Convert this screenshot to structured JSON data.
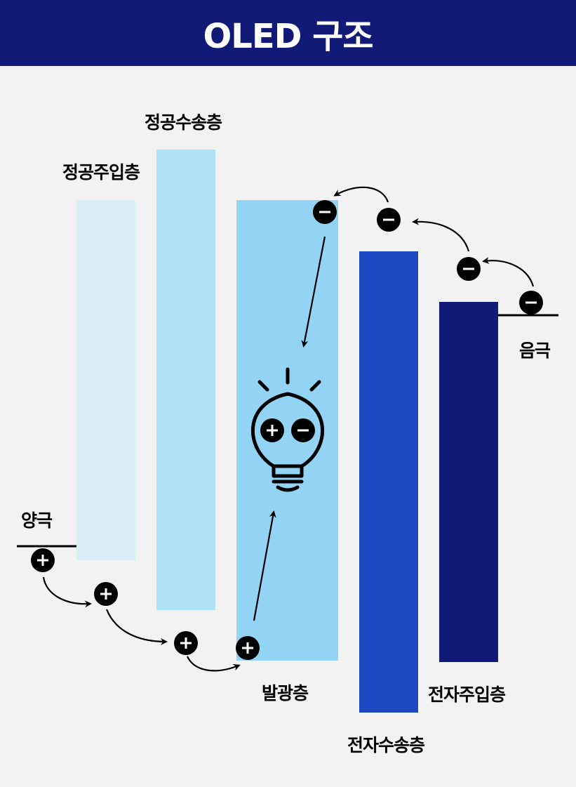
{
  "title": "OLED 구조",
  "colors": {
    "header_bg": "#121a78",
    "background": "#f2f2f2",
    "hole_injection": "#d8edf8",
    "hole_transport": "#b0e2f5",
    "emission": "#93d3f4",
    "electron_transport": "#1e47c2",
    "electron_injection": "#121a78"
  },
  "layers": {
    "hole_injection": "정공주입층",
    "hole_transport": "정공수송층",
    "emission": "발광층",
    "electron_transport": "전자수송층",
    "electron_injection": "전자주입층"
  },
  "electrodes": {
    "anode": "양극",
    "cathode": "음극"
  },
  "icons": {
    "hole": "plus-circle-icon",
    "electron": "minus-circle-icon",
    "light": "light-bulb-icon"
  }
}
